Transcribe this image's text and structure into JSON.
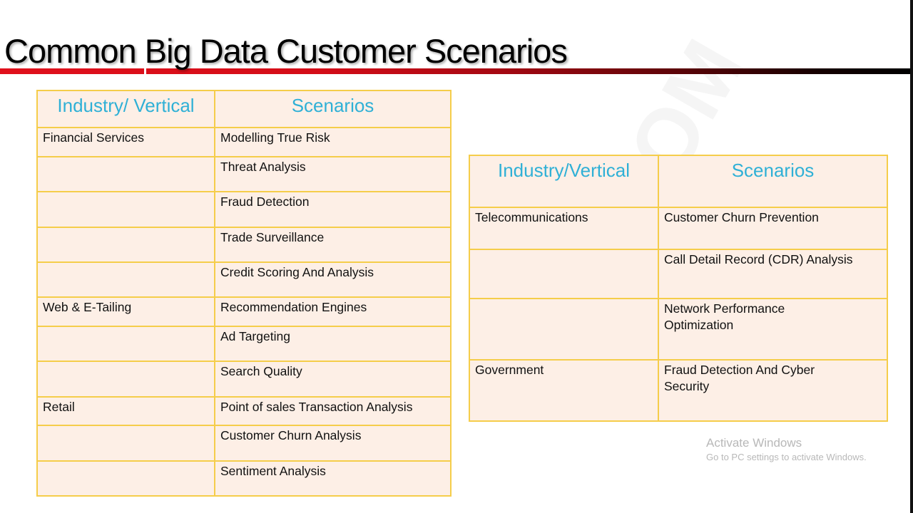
{
  "slide": {
    "title": "Common Big Data Customer Scenarios",
    "colors": {
      "title_bar_start": "#e0101c",
      "title_bar_end": "#000000",
      "header_text": "#2fb0d6",
      "cell_background": "#fdefe6",
      "cell_border": "#f5cd4a"
    }
  },
  "left_table": {
    "headers": [
      "Industry/ Vertical",
      "Scenarios"
    ],
    "rows": [
      {
        "industry": "Financial Services",
        "scenario": "Modelling True Risk"
      },
      {
        "industry": "",
        "scenario": "Threat Analysis"
      },
      {
        "industry": "",
        "scenario": "Fraud Detection"
      },
      {
        "industry": "",
        "scenario": "Trade Surveillance"
      },
      {
        "industry": "",
        "scenario": "Credit Scoring And Analysis"
      },
      {
        "industry": "Web & E-Tailing",
        "scenario": "Recommendation Engines"
      },
      {
        "industry": "",
        "scenario": "Ad Targeting"
      },
      {
        "industry": "",
        "scenario": "Search Quality"
      },
      {
        "industry": "Retail",
        "scenario": "Point of sales Transaction Analysis"
      },
      {
        "industry": "",
        "scenario": "Customer Churn Analysis"
      },
      {
        "industry": "",
        "scenario": "Sentiment Analysis"
      }
    ]
  },
  "right_table": {
    "headers": [
      "Industry/Vertical",
      "Scenarios"
    ],
    "rows": [
      {
        "industry": "Telecommunications",
        "scenario": "Customer Churn Prevention"
      },
      {
        "industry": "",
        "scenario": "Call Detail Record (CDR) Analysis"
      },
      {
        "industry": "",
        "scenario": "Network Performance Optimization"
      },
      {
        "industry": "Government",
        "scenario": "Fraud Detection And Cyber Security"
      }
    ]
  },
  "os_overlay": {
    "activate_title": "Activate Windows",
    "activate_subtitle": "Go to PC settings to activate Windows."
  }
}
